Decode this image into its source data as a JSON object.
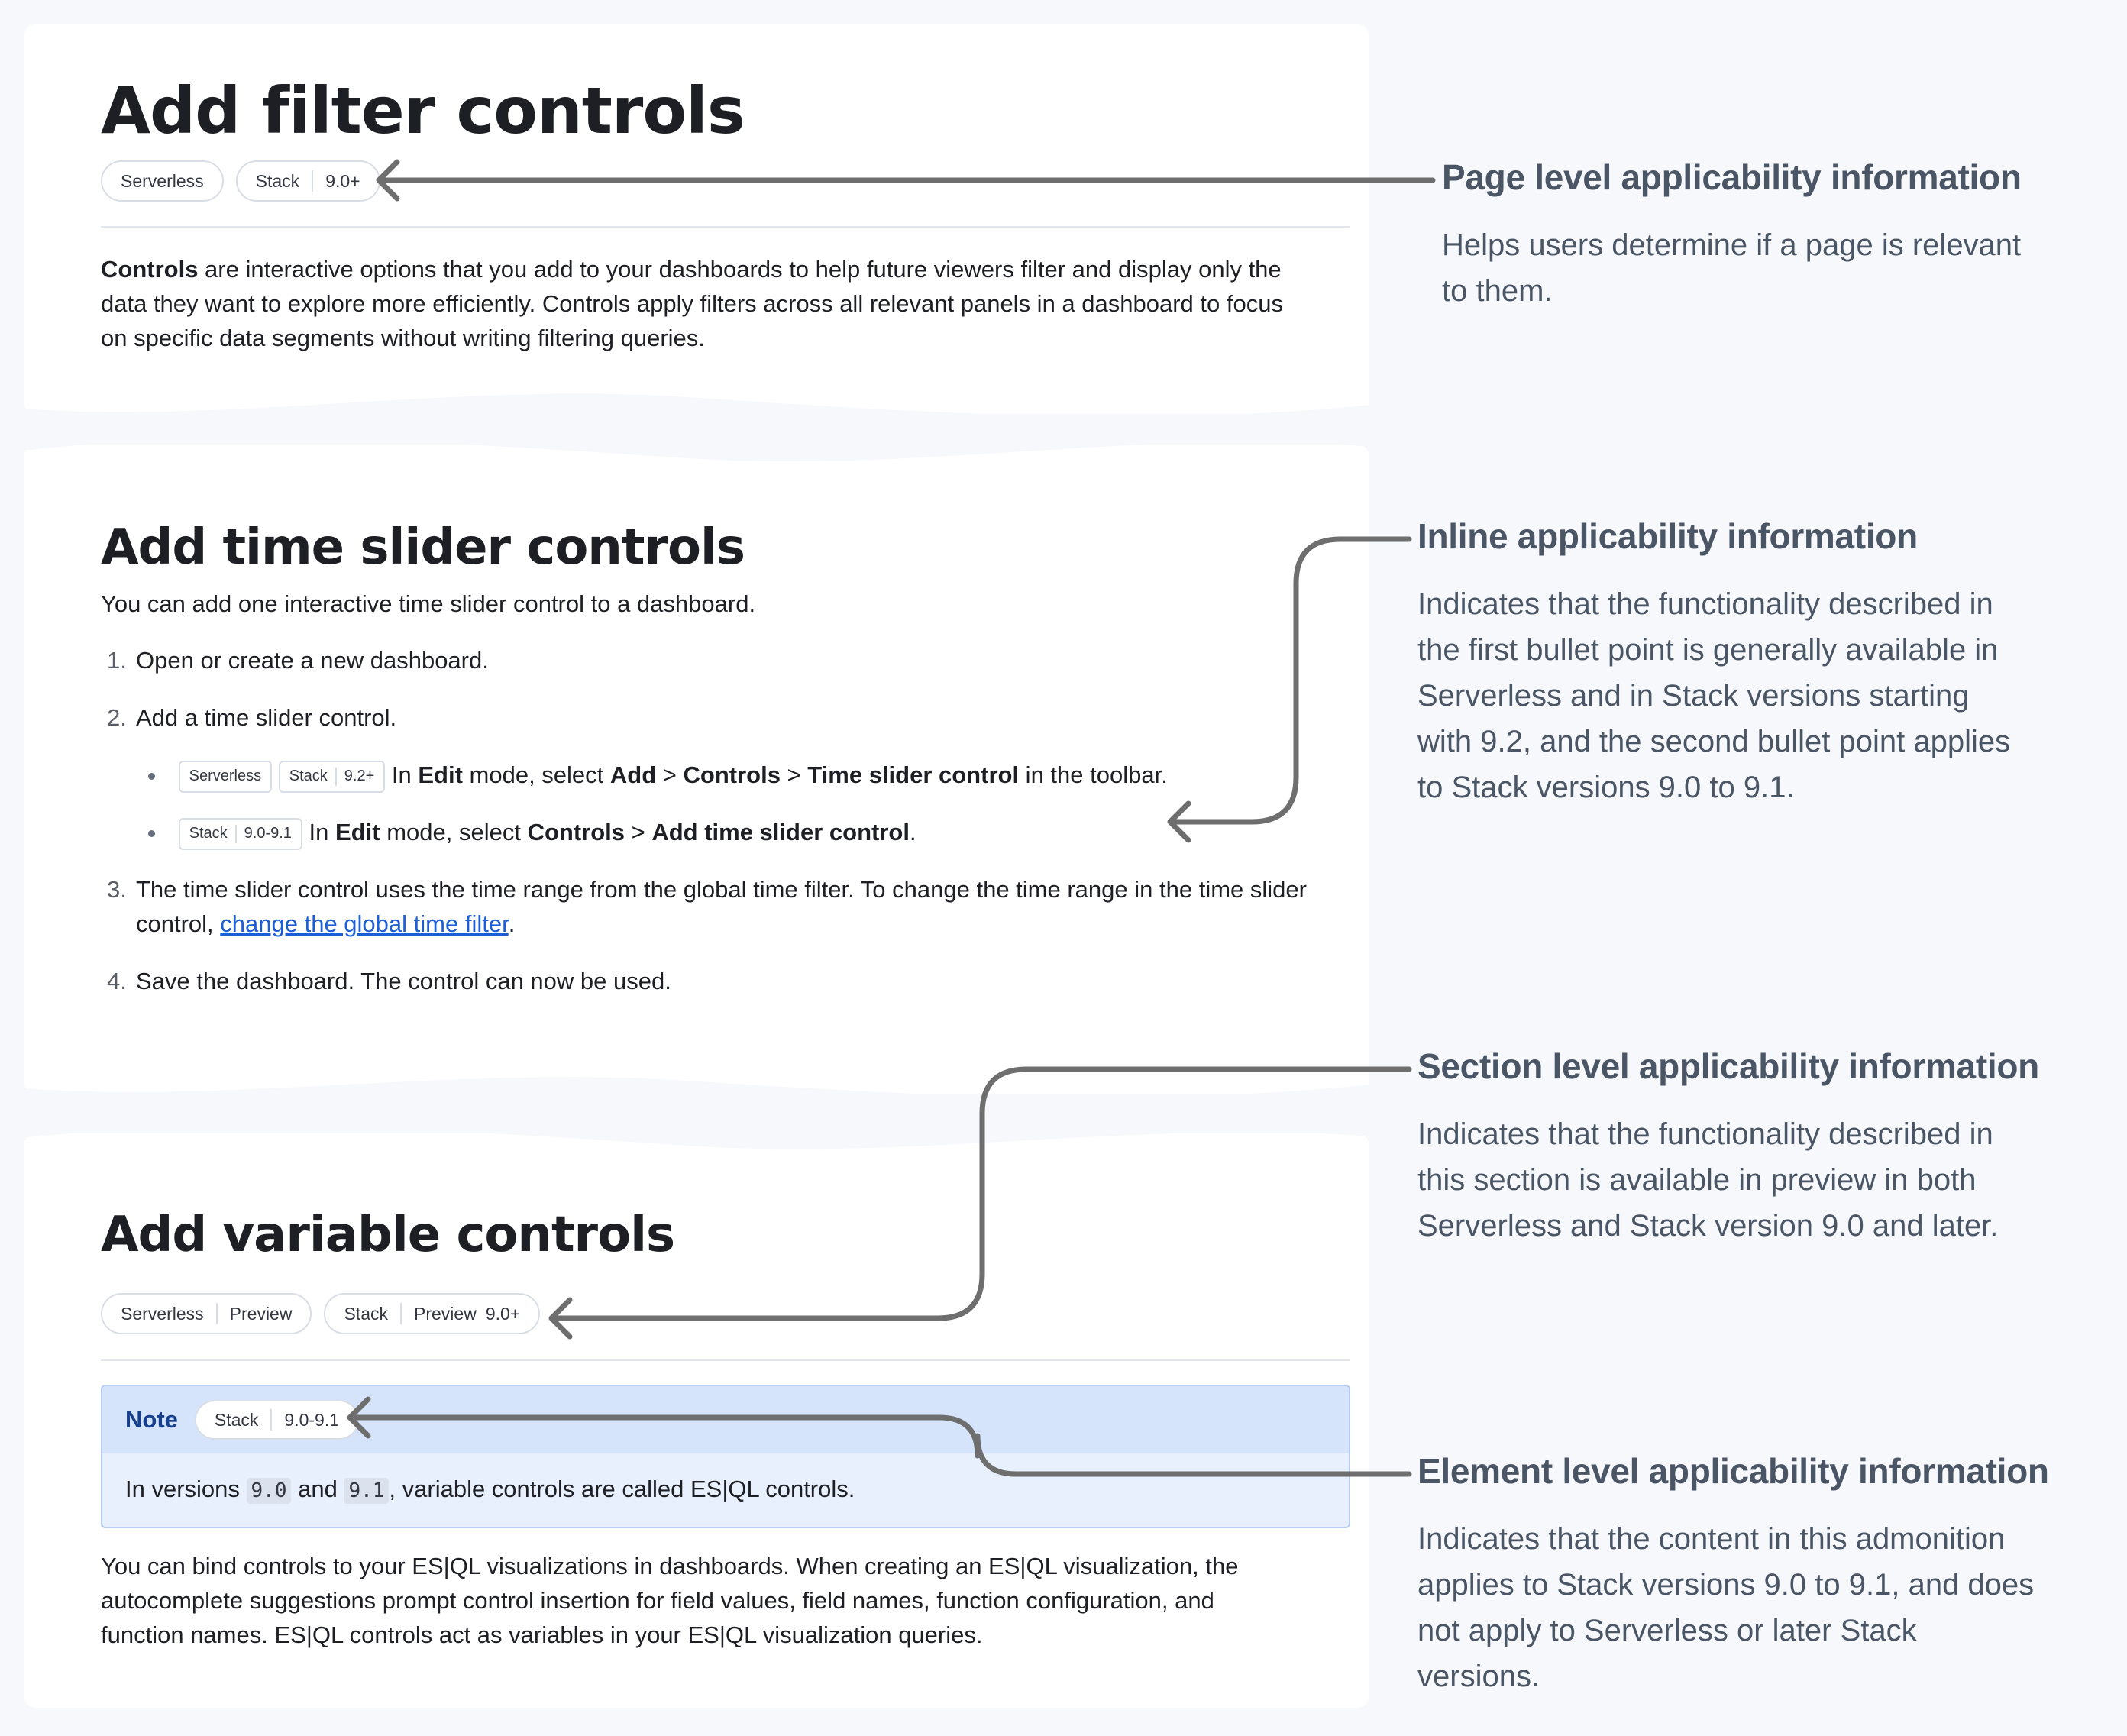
{
  "page": {
    "title": "Add filter controls",
    "badges": [
      {
        "product": "Serverless",
        "version": ""
      },
      {
        "product": "Stack",
        "version": "9.0+"
      }
    ],
    "intro_bold": "Controls",
    "intro_line1": " are interactive options that you add to your dashboards to help future viewers filter and display only the",
    "intro_line2": "data they want to explore more efficiently. Controls apply filters across all relevant panels in a dashboard to focus",
    "intro_line3": "on specific data segments without writing filtering queries."
  },
  "time_slider": {
    "heading": "Add time slider controls",
    "lead": "You can add one interactive time slider control to a dashboard.",
    "steps": [
      {
        "num": "1.",
        "text": "Open or create a new dashboard."
      },
      {
        "num": "2.",
        "text": "Add a time slider control."
      },
      {
        "num": "3.",
        "line1": "The time slider control uses the time range from the global time filter. To change the time range in the time slider",
        "line2_pre": "control, ",
        "link": "change the global time filter",
        "line2_post": "."
      },
      {
        "num": "4.",
        "text": "Save the dashboard. The control can now be used."
      }
    ],
    "bullets": [
      {
        "badge1": "Serverless",
        "badge2_product": "Stack",
        "badge2_version": "9.2+",
        "t1": " In ",
        "b1": "Edit",
        "t2": " mode, select ",
        "b2": "Add",
        "t3": " > ",
        "b3": "Controls",
        "t4": " > ",
        "b4": "Time slider control",
        "t5": " in the toolbar."
      },
      {
        "badge_product": "Stack",
        "badge_version": "9.0-9.1",
        "t1": " In ",
        "b1": "Edit",
        "t2": " mode, select ",
        "b2": "Controls",
        "t3": " > ",
        "b3": "Add time slider control",
        "t4": "."
      }
    ]
  },
  "variable": {
    "heading": "Add variable controls",
    "badges": [
      {
        "product": "Serverless",
        "status": "Preview",
        "version": ""
      },
      {
        "product": "Stack",
        "status": "Preview",
        "version": "9.0+"
      }
    ],
    "note": {
      "title": "Note",
      "badge_product": "Stack",
      "badge_version": "9.0-9.1",
      "pre": "In versions ",
      "code1": "9.0",
      "mid": " and ",
      "code2": "9.1",
      "post": ", variable controls are called ES|QL controls."
    },
    "body_line1": "You can bind controls to your ES|QL visualizations in dashboards. When creating an ES|QL visualization, the",
    "body_line2": "autocomplete suggestions prompt control insertion for field values, field names, function configuration, and",
    "body_line3": "function names. ES|QL controls act as variables in your ES|QL visualization queries."
  },
  "annotations": [
    {
      "title": "Page level applicability information",
      "lines": [
        "Helps users determine if a page is relevant",
        "to them."
      ]
    },
    {
      "title": "Inline applicability information",
      "lines": [
        "Indicates that the functionality described in",
        "the first bullet point is generally available in",
        "Serverless and in Stack versions starting",
        "with 9.2, and the second bullet point applies",
        "to Stack versions 9.0 to 9.1."
      ]
    },
    {
      "title": "Section level applicability information",
      "lines": [
        "Indicates that the functionality described in",
        "this section is available in preview in both",
        "Serverless and Stack version 9.0 and later."
      ]
    },
    {
      "title": "Element level applicability information",
      "lines": [
        "Indicates that the content in this admonition",
        "applies to Stack versions 9.0 to 9.1, and does",
        "not apply to Serverless or later Stack",
        "versions."
      ]
    }
  ],
  "colors": {
    "arrow": "#6e6e6e",
    "annotation_text": "#4a5565",
    "link": "#1c5ed6",
    "note_bg": "#e8f0fd"
  }
}
